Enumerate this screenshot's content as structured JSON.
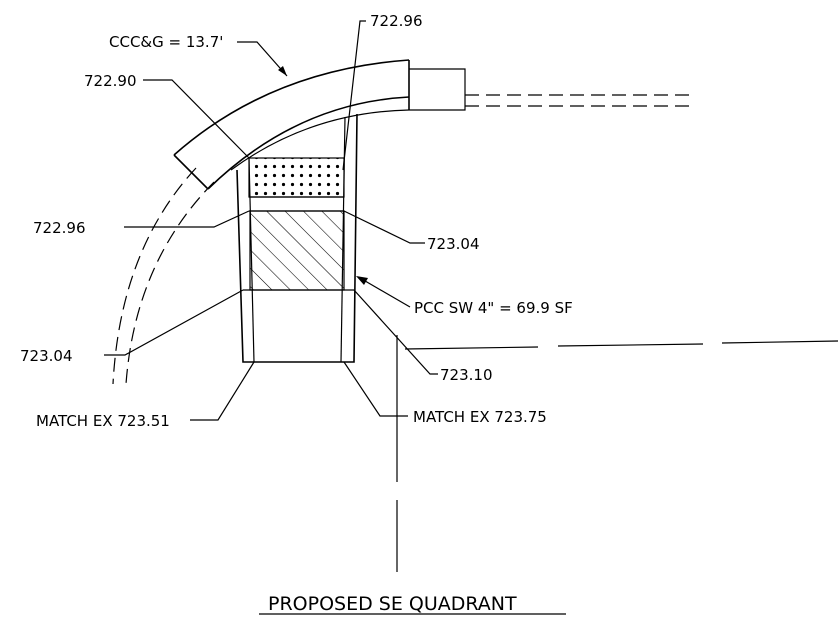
{
  "drawing": {
    "title": "PROPOSED SE QUADRANT",
    "callouts": {
      "curb": "CCC&G = 13.7'",
      "elev_top_right": "722.96",
      "elev_top_left": "722.90",
      "elev_mid_left": "722.96",
      "elev_mid_right": "723.04",
      "sidewalk": "PCC SW 4\" = 69.9 SF",
      "elev_low_left": "723.04",
      "elev_low_right": "723.10",
      "match_left": "MATCH EX 723.51",
      "match_right": "MATCH EX 723.75"
    }
  }
}
